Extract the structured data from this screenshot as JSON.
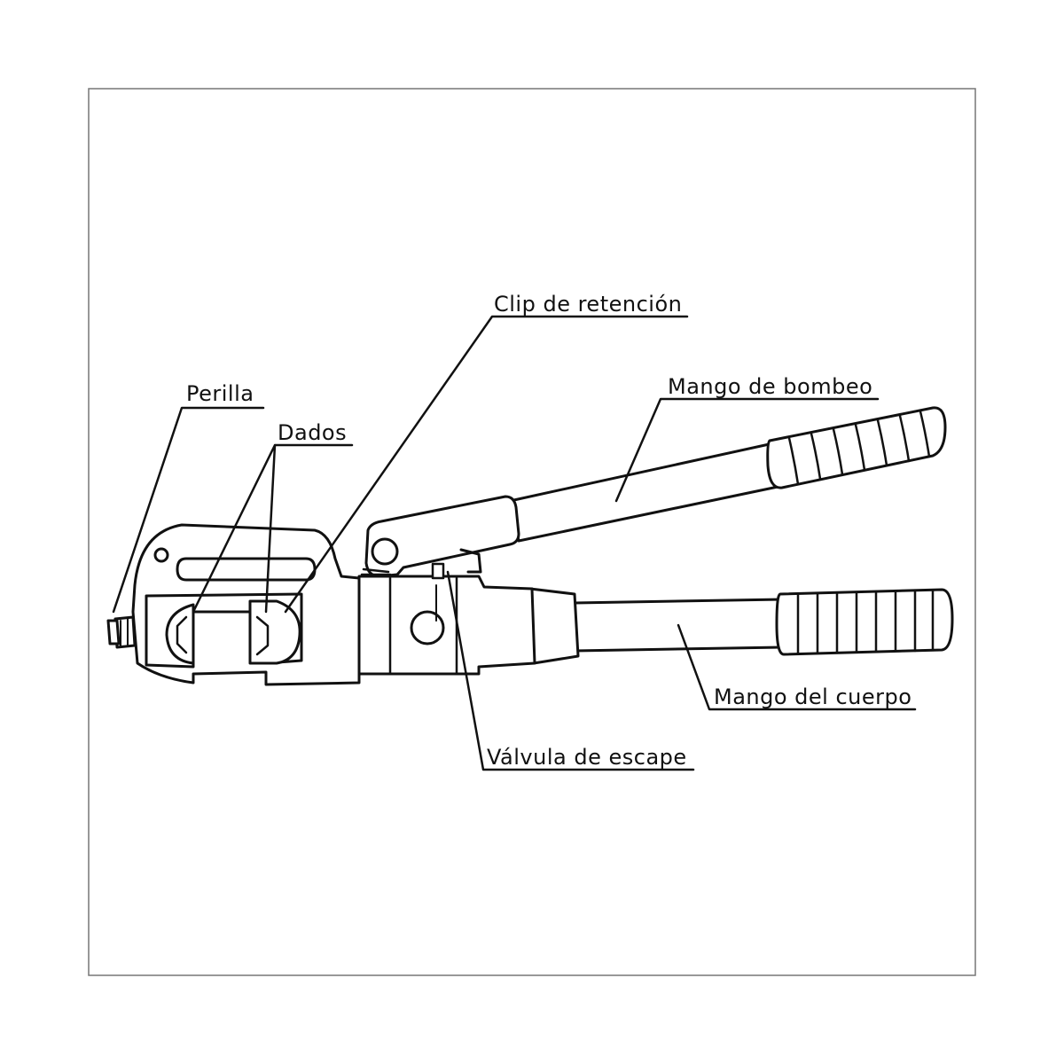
{
  "labels": {
    "perilla": "Perilla",
    "dados": "Dados",
    "clip": "Clip de retención",
    "mango_bombeo": "Mango de bombeo",
    "mango_cuerpo": "Mango del cuerpo",
    "valvula": "Válvula de escape"
  },
  "colors": {
    "line": "#111111",
    "frame": "#777777",
    "background": "#ffffff"
  }
}
